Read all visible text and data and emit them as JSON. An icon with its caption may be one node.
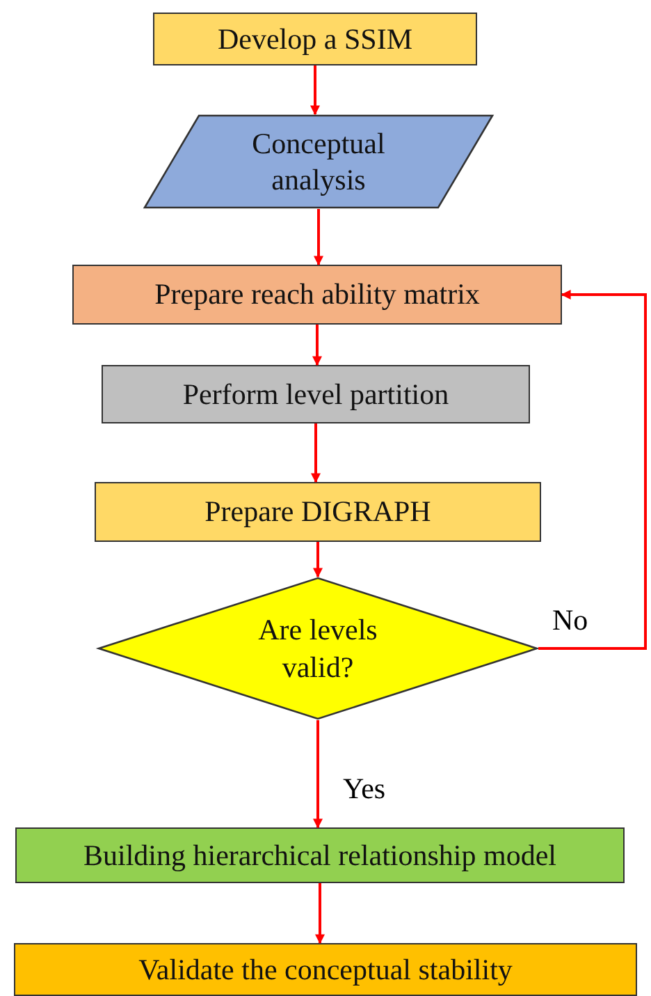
{
  "diagram": {
    "nodes": [
      {
        "text": [
          "Develop a SSIM"
        ]
      },
      {
        "text": [
          "Conceptual analysis"
        ]
      },
      {
        "text": [
          "Prepare reach ability matrix"
        ]
      },
      {
        "text": [
          "Perform level partition"
        ]
      },
      {
        "text": [
          "Prepare DIGRAPH"
        ]
      },
      {
        "text": [
          "Are levels valid?"
        ]
      },
      {
        "text": [
          "Building hierarchical relationship model"
        ]
      },
      {
        "text": [
          "Validate the conceptual stability"
        ]
      }
    ],
    "edges": [
      {
        "from": 0,
        "to": 1,
        "arrow": "to"
      },
      {
        "from": 1,
        "to": 2,
        "arrow": "to"
      },
      {
        "from": 2,
        "to": 3,
        "arrow": "to"
      },
      {
        "from": 3,
        "to": 4,
        "arrow": "to"
      },
      {
        "from": 4,
        "to": 5,
        "arrow": "to"
      },
      {
        "from": 5,
        "to": 6,
        "arrow": "to",
        "label": "Yes"
      },
      {
        "from": 6,
        "to": 7,
        "arrow": "to"
      },
      {
        "from": 5,
        "to": 2,
        "arrow": "to",
        "label": "No"
      }
    ]
  }
}
